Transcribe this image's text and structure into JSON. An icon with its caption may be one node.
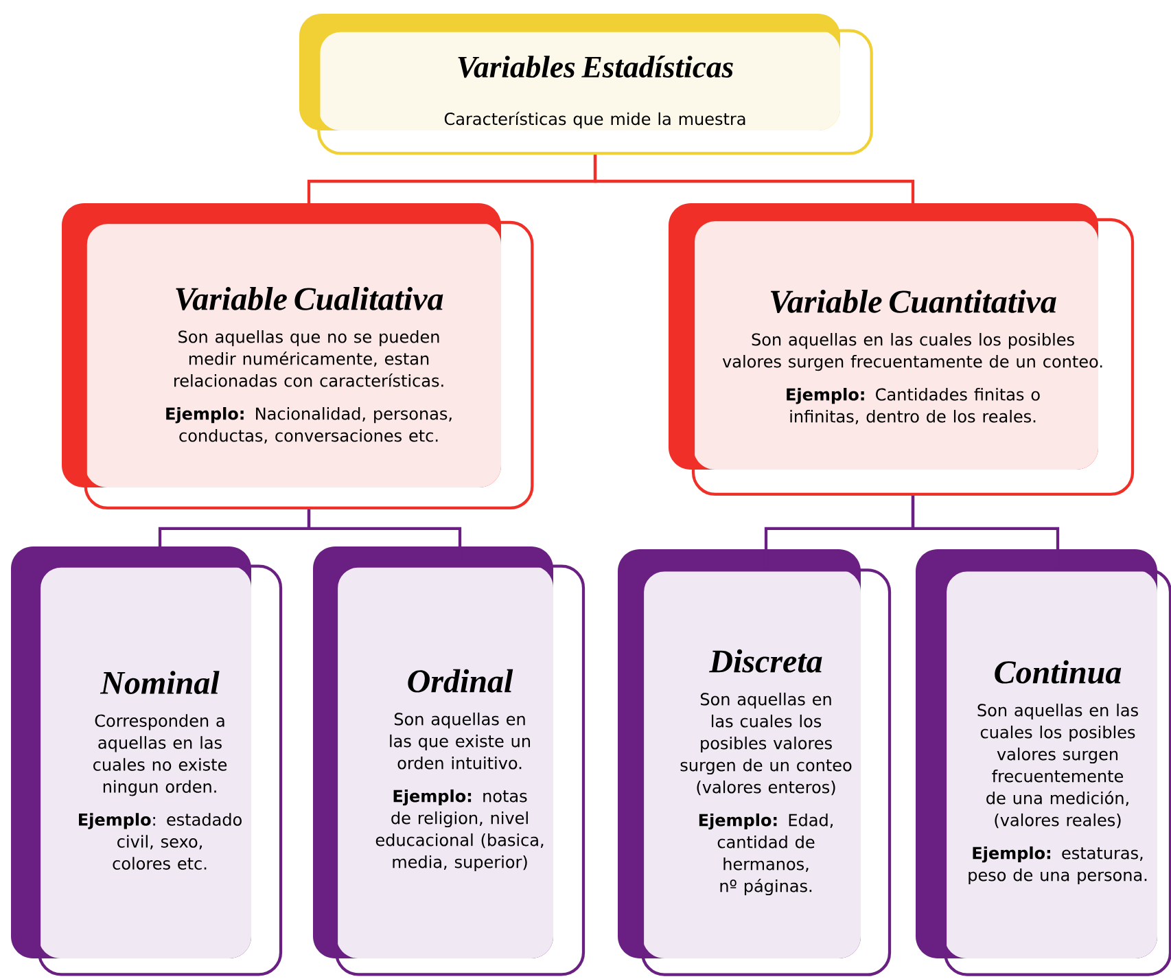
{
  "diagram": {
    "nodes": [
      {
        "text": [
          "Variables Estadísticas",
          "Características que mide la muestra"
        ]
      },
      {
        "text": [
          "Variable Cualitativa",
          "Son aquellas que no se pueden medir numéricamente, estan relacionadas con características.",
          "**Ejemplo:** Nacionalidad, personas, conductas, conversaciones etc."
        ]
      },
      {
        "text": [
          "Variable Cuantitativa",
          "Son aquellas en las cuales los posibles valores surgen frecuentamente de un conteo.",
          "**Ejemplo:** Cantidades finitas o infinitas, dentro de los reales."
        ]
      },
      {
        "text": [
          "Nominal",
          "Corresponden a aquellas en las cuales no existe ningun orden.",
          "**Ejemplo**: estadado civil, sexo, colores etc."
        ]
      },
      {
        "text": [
          "Ordinal",
          "Son aquellas en las que existe un orden intuitivo.",
          "**Ejemplo:** notas de religion, nivel educacional (basica, media, superior)"
        ]
      },
      {
        "text": [
          "Discreta",
          "Son aquellas en las cuales los posibles valores surgen de un conteo (valores enteros)",
          "**Ejemplo:** Edad, cantidad de hermanos, nº páginas."
        ]
      },
      {
        "text": [
          "Continua",
          "Son aquellas en las cuales los posibles valores surgen frecuentemente de una medición, (valores reales)",
          "**Ejemplo:** estaturas, peso de una persona."
        ]
      }
    ],
    "edges": [
      {
        "from": 0,
        "to": 1,
        "arrow": "none",
        "color": "#f03028"
      },
      {
        "from": 0,
        "to": 2,
        "arrow": "none",
        "color": "#f03028"
      },
      {
        "from": 1,
        "to": 3,
        "arrow": "none"
      },
      {
        "from": 1,
        "to": 4,
        "arrow": "none"
      },
      {
        "from": 2,
        "to": 5,
        "arrow": "none"
      },
      {
        "from": 2,
        "to": 6,
        "arrow": "none"
      }
    ]
  }
}
